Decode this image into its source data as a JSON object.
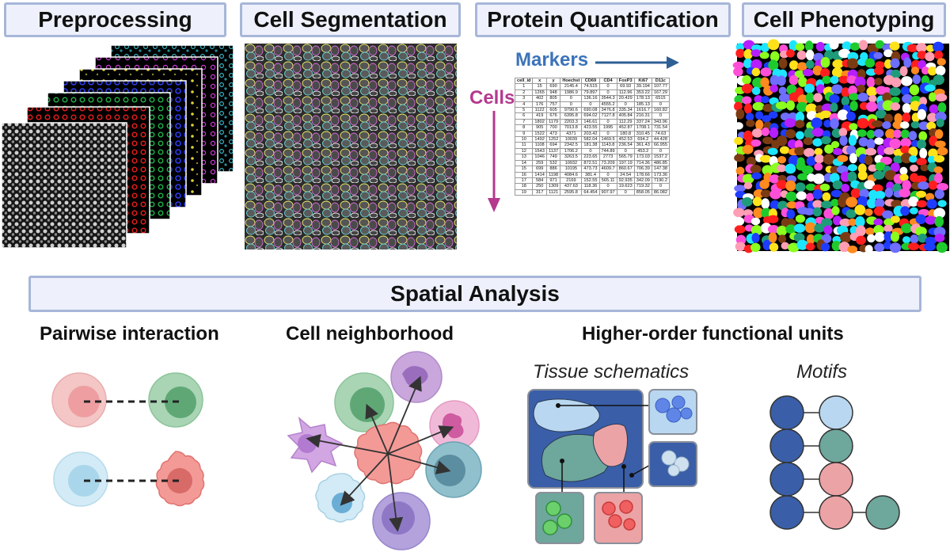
{
  "stages": {
    "preprocessing": "Preprocessing",
    "cell_segmentation": "Cell Segmentation",
    "protein_quantification": "Protein Quantification",
    "cell_phenotyping": "Cell Phenotyping"
  },
  "quantification": {
    "markers_label": "Markers",
    "cells_label": "Cells",
    "columns": [
      "cell_id",
      "x",
      "y",
      "Hoechst",
      "CD69",
      "CD4",
      "FoxP3",
      "Ki67",
      "D11c"
    ],
    "rows": [
      [
        "1",
        "15",
        "690",
        "2145.4",
        "74.515",
        "0",
        "69.93",
        "39.194",
        "107.77"
      ],
      [
        "2",
        "1265",
        "948",
        "1986.9",
        "79.897",
        "0",
        "112.96",
        "353.22",
        "167.29"
      ],
      [
        "3",
        "402",
        "805",
        "0",
        "136.16",
        "3544.3",
        "20.429",
        "178.13",
        "6515"
      ],
      [
        "4",
        "176",
        "757",
        "0",
        "0",
        "4555.2",
        "0",
        "185.13",
        "0"
      ],
      [
        "5",
        "1122",
        "605",
        "9790.6",
        "690.08",
        "3476.8",
        "335.34",
        "1616.7",
        "160.82"
      ],
      [
        "6",
        "419",
        "676",
        "6395.8",
        "694.02",
        "7127.8",
        "405.84",
        "216.31",
        "0"
      ],
      [
        "7",
        "1802",
        "1179",
        "2203.3",
        "146.61",
        "0",
        "112.29",
        "337.24",
        "343.96"
      ],
      [
        "8",
        "905",
        "700",
        "7013.8",
        "423.55",
        "1995",
        "452.87",
        "1708.1",
        "731.54"
      ],
      [
        "9",
        "1522",
        "473",
        "4371",
        "203.42",
        "0",
        "180.8",
        "310.45",
        "74.63"
      ],
      [
        "10",
        "1492",
        "1252",
        "10039",
        "582.04",
        "1469.5",
        "452.53",
        "694.2",
        "44.428"
      ],
      [
        "11",
        "1108",
        "694",
        "2342.5",
        "181.38",
        "1143.8",
        "236.54",
        "361.43",
        "66.955"
      ],
      [
        "12",
        "1543",
        "1137",
        "1706.2",
        "0",
        "744.89",
        "0",
        "453.2",
        "0"
      ],
      [
        "13",
        "1046",
        "749",
        "3263.5",
        "223.65",
        "2773",
        "565.79",
        "173.03",
        "1537.2"
      ],
      [
        "14",
        "259",
        "532",
        "10932",
        "872.51",
        "73.209",
        "197.19",
        "714.36",
        "486.85"
      ],
      [
        "15",
        "699",
        "886",
        "10195",
        "473.73",
        "4609.7",
        "860.67",
        "706.39",
        "147.38"
      ],
      [
        "16",
        "1414",
        "1198",
        "4084.6",
        "381.4",
        "0",
        "24.54",
        "178.66",
        "173.36"
      ],
      [
        "17",
        "584",
        "971",
        "2169",
        "152.55",
        "565.11",
        "92.935",
        "342.09",
        "7190.2"
      ],
      [
        "18",
        "250",
        "1309",
        "437.63",
        "118.36",
        "0",
        "19.623",
        "719.32",
        "0"
      ],
      [
        "19",
        "317",
        "1121",
        "2595.8",
        "64.454",
        "907.97",
        "0",
        "858.05",
        "86.082"
      ]
    ]
  },
  "spatial": {
    "title": "Spatial Analysis",
    "pairwise": "Pairwise interaction",
    "neighborhood": "Cell neighborhood",
    "higher_order": "Higher-order functional units",
    "tissue_schematics": "Tissue schematics",
    "motifs": "Motifs"
  },
  "colors": {
    "header_fill": "#eef1fb",
    "header_border": "#a7b6d8",
    "markers_text": "#3b73b9",
    "cells_text": "#b5398f",
    "motif_dark_blue": "#3a5fa8",
    "motif_light_blue": "#b9d7f0",
    "motif_teal": "#6ea79c",
    "motif_pink": "#eca3a5"
  }
}
